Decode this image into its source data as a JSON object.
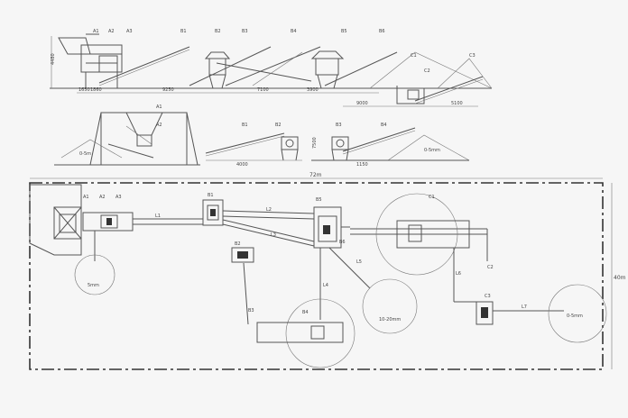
{
  "elevation": {
    "labels": [
      "A1",
      "A2",
      "A3",
      "B1",
      "B2",
      "B3",
      "B4",
      "B5",
      "B6",
      "C1",
      "C2",
      "C3"
    ],
    "dims": [
      "1650",
      "1860",
      "9250",
      "7100",
      "3900",
      "9000",
      "5100",
      "4480"
    ]
  },
  "details": {
    "stockpile_left": "0-5m",
    "stockpile_right": "0-5mm",
    "labels": [
      "A1",
      "A2",
      "B1",
      "B2",
      "B3",
      "B4"
    ],
    "dims": [
      "4000",
      "7500",
      "1150"
    ]
  },
  "plan": {
    "width_dim": "72m",
    "height_dim": "40m",
    "labels": [
      "A1",
      "A2",
      "A3",
      "B1",
      "B2",
      "B3",
      "B4",
      "B5",
      "B6",
      "C1",
      "C2",
      "C3"
    ],
    "conveyor_labels": [
      "L1",
      "L2",
      "L3",
      "L4",
      "L5",
      "L6",
      "L7"
    ],
    "stockpiles": {
      "pile_a": "5mm",
      "pile_b": "10-20mm",
      "pile_c": "0-5mm"
    }
  }
}
